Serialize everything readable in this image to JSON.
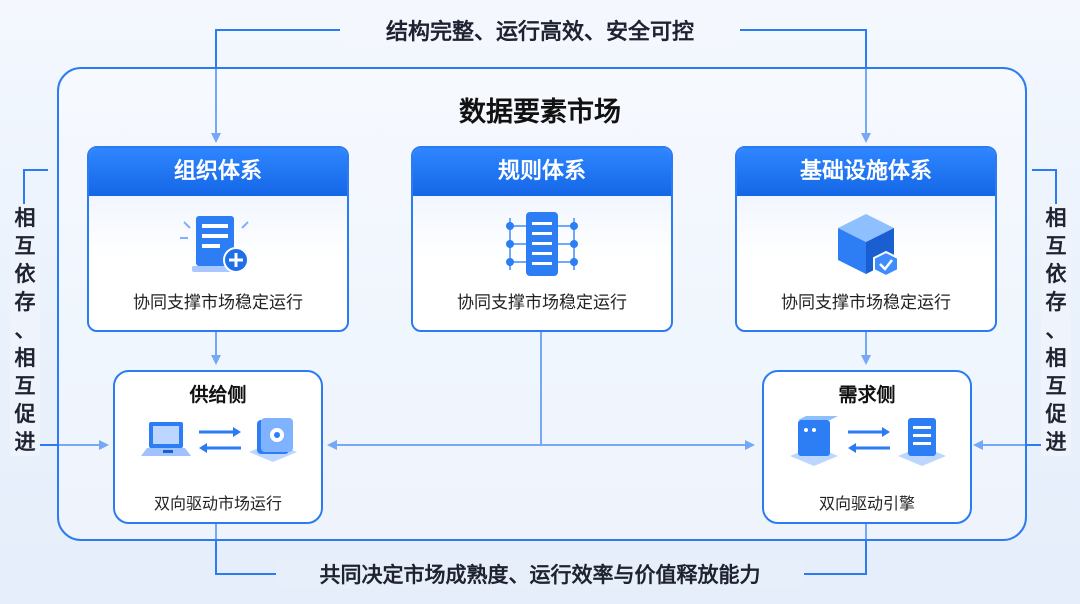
{
  "top_caption": "结构完整、运行高效、安全可控",
  "main_title": "数据要素市场",
  "bottom_caption": "共同决定市场成熟度、运行效率与价值释放能力",
  "left_side_text": [
    "相",
    "互",
    "依",
    "存",
    "、",
    "相",
    "互",
    "促",
    "进"
  ],
  "right_side_text": [
    "相",
    "互",
    "依",
    "存",
    "、",
    "相",
    "互",
    "促",
    "进"
  ],
  "systems": [
    {
      "name": "组织体系",
      "description": "协同支撑市场稳定运行",
      "icon": "document-add-icon"
    },
    {
      "name": "规则体系",
      "description": "协同支撑市场稳定运行",
      "icon": "server-network-icon"
    },
    {
      "name": "基础设施体系",
      "description": "协同支撑市场稳定运行",
      "icon": "cube-check-icon"
    }
  ],
  "supply_side": {
    "title": "供给侧",
    "description": "双向驱动市场运行",
    "icons": [
      "laptop-icon",
      "exchange-arrows-icon",
      "storage-device-icon"
    ]
  },
  "demand_side": {
    "title": "需求侧",
    "description": "双向驱动引擎",
    "icons": [
      "server-cube-icon",
      "exchange-arrows-icon",
      "document-stack-icon"
    ]
  },
  "colors": {
    "accent": "#2b7bf3",
    "header_blue": "#1466e6",
    "text": "#1f2230"
  }
}
